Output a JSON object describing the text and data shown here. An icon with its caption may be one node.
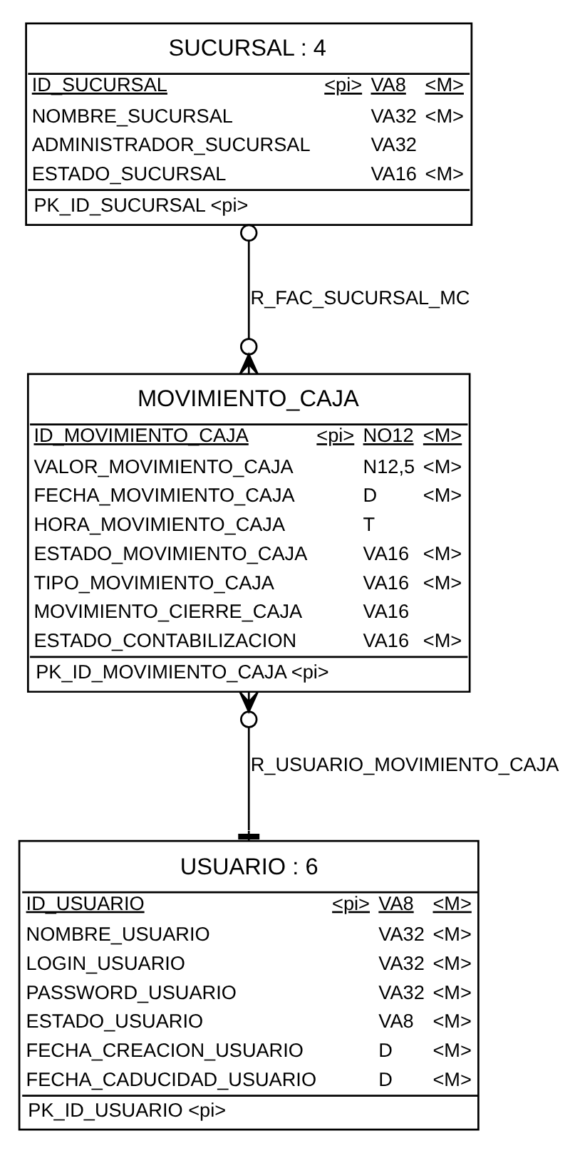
{
  "diagram": {
    "nodes": [
      {
        "text": [
          "SUCURSAL : 4",
          "ID_SUCURSAL <pi> VA8 <M>",
          "NOMBRE_SUCURSAL VA32 <M>",
          "ADMINISTRADOR_SUCURSAL VA32",
          "ESTADO_SUCURSAL VA16 <M>",
          "PK_ID_SUCURSAL <pi>"
        ]
      },
      {
        "text": [
          "MOVIMIENTO_CAJA",
          "ID_MOVIMIENTO_CAJA <pi> NO12 <M>",
          "VALOR_MOVIMIENTO_CAJA N12,5 <M>",
          "FECHA_MOVIMIENTO_CAJA D <M>",
          "HORA_MOVIMIENTO_CAJA T",
          "ESTADO_MOVIMIENTO_CAJA VA16 <M>",
          "TIPO_MOVIMIENTO_CAJA VA16 <M>",
          "MOVIMIENTO_CIERRE_CAJA VA16",
          "ESTADO_CONTABILIZACION VA16 <M>",
          "PK_ID_MOVIMIENTO_CAJA <pi>"
        ]
      },
      {
        "text": [
          "USUARIO : 6",
          "ID_USUARIO <pi> VA8 <M>",
          "NOMBRE_USUARIO VA32 <M>",
          "LOGIN_USUARIO VA32 <M>",
          "PASSWORD_USUARIO VA32 <M>",
          "ESTADO_USUARIO VA8 <M>",
          "FECHA_CREACION_USUARIO D <M>",
          "FECHA_CADUCIDAD_USUARIO D <M>",
          "PK_ID_USUARIO <pi>"
        ]
      }
    ],
    "edges": [
      {
        "from": 0,
        "to": 1,
        "arrow": "other",
        "label": "R_FAC_SUCURSAL_MC"
      },
      {
        "from": 1,
        "to": 2,
        "arrow": "other",
        "label": "R_USUARIO_MOVIMIENTO_CAJA"
      }
    ]
  }
}
